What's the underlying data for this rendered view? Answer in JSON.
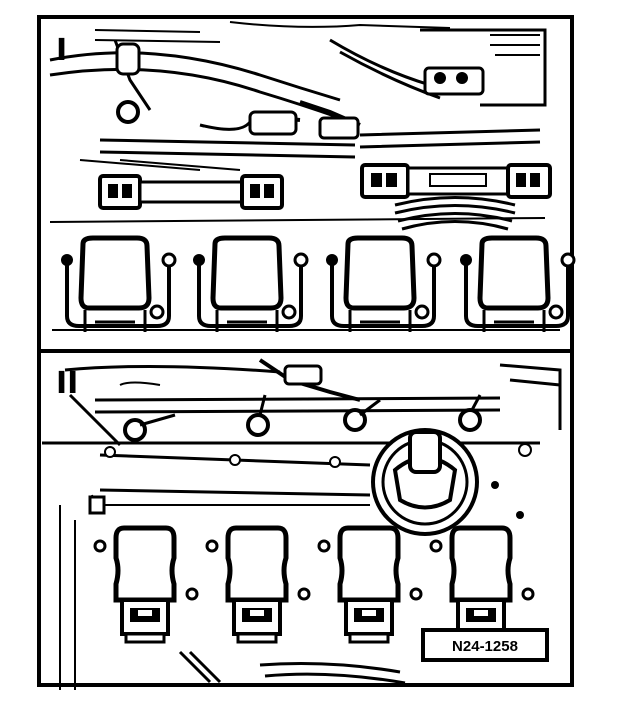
{
  "figure": {
    "panels": [
      {
        "label": "I"
      },
      {
        "label": "II"
      }
    ],
    "reference_code": "N24-1258"
  },
  "colors": {
    "ink": "#000000",
    "paper": "#ffffff"
  }
}
